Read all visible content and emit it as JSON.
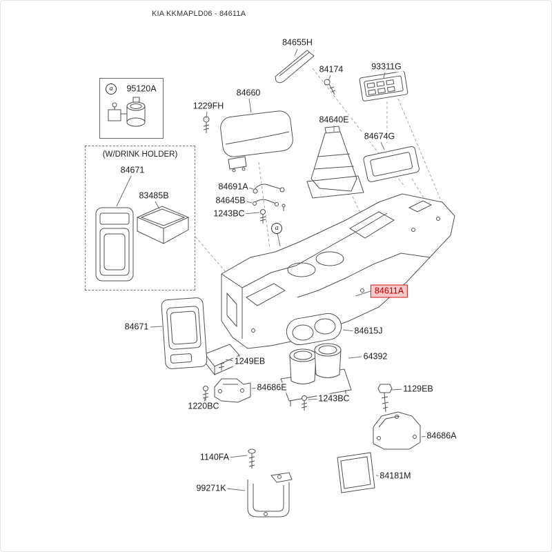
{
  "header": {
    "title": "KIA KKMAPLD06 - 84611A"
  },
  "annotations": {
    "detail_marker": "a",
    "drink_holder_caption": "(W/DRINK HOLDER)"
  },
  "highlight": {
    "border_color": "#d01616",
    "background": "#f6c8c8",
    "text_color": "#c00000"
  },
  "parts": [
    {
      "label": "84655H"
    },
    {
      "label": "84174"
    },
    {
      "label": "93311G"
    },
    {
      "label": "95120A"
    },
    {
      "label": "1229FH"
    },
    {
      "label": "84660"
    },
    {
      "label": "84640E"
    },
    {
      "label": "84674G"
    },
    {
      "label": "84671"
    },
    {
      "label": "83485B"
    },
    {
      "label": "84691A"
    },
    {
      "label": "84645B"
    },
    {
      "label": "1243BC"
    },
    {
      "label": "84611A",
      "highlighted": true
    },
    {
      "label": "84671"
    },
    {
      "label": "84615J"
    },
    {
      "label": "64392"
    },
    {
      "label": "1249EB"
    },
    {
      "label": "84686E"
    },
    {
      "label": "1243BC"
    },
    {
      "label": "1220BC"
    },
    {
      "label": "1129EB"
    },
    {
      "label": "84686A"
    },
    {
      "label": "1140FA"
    },
    {
      "label": "84181M"
    },
    {
      "label": "99271K"
    }
  ]
}
